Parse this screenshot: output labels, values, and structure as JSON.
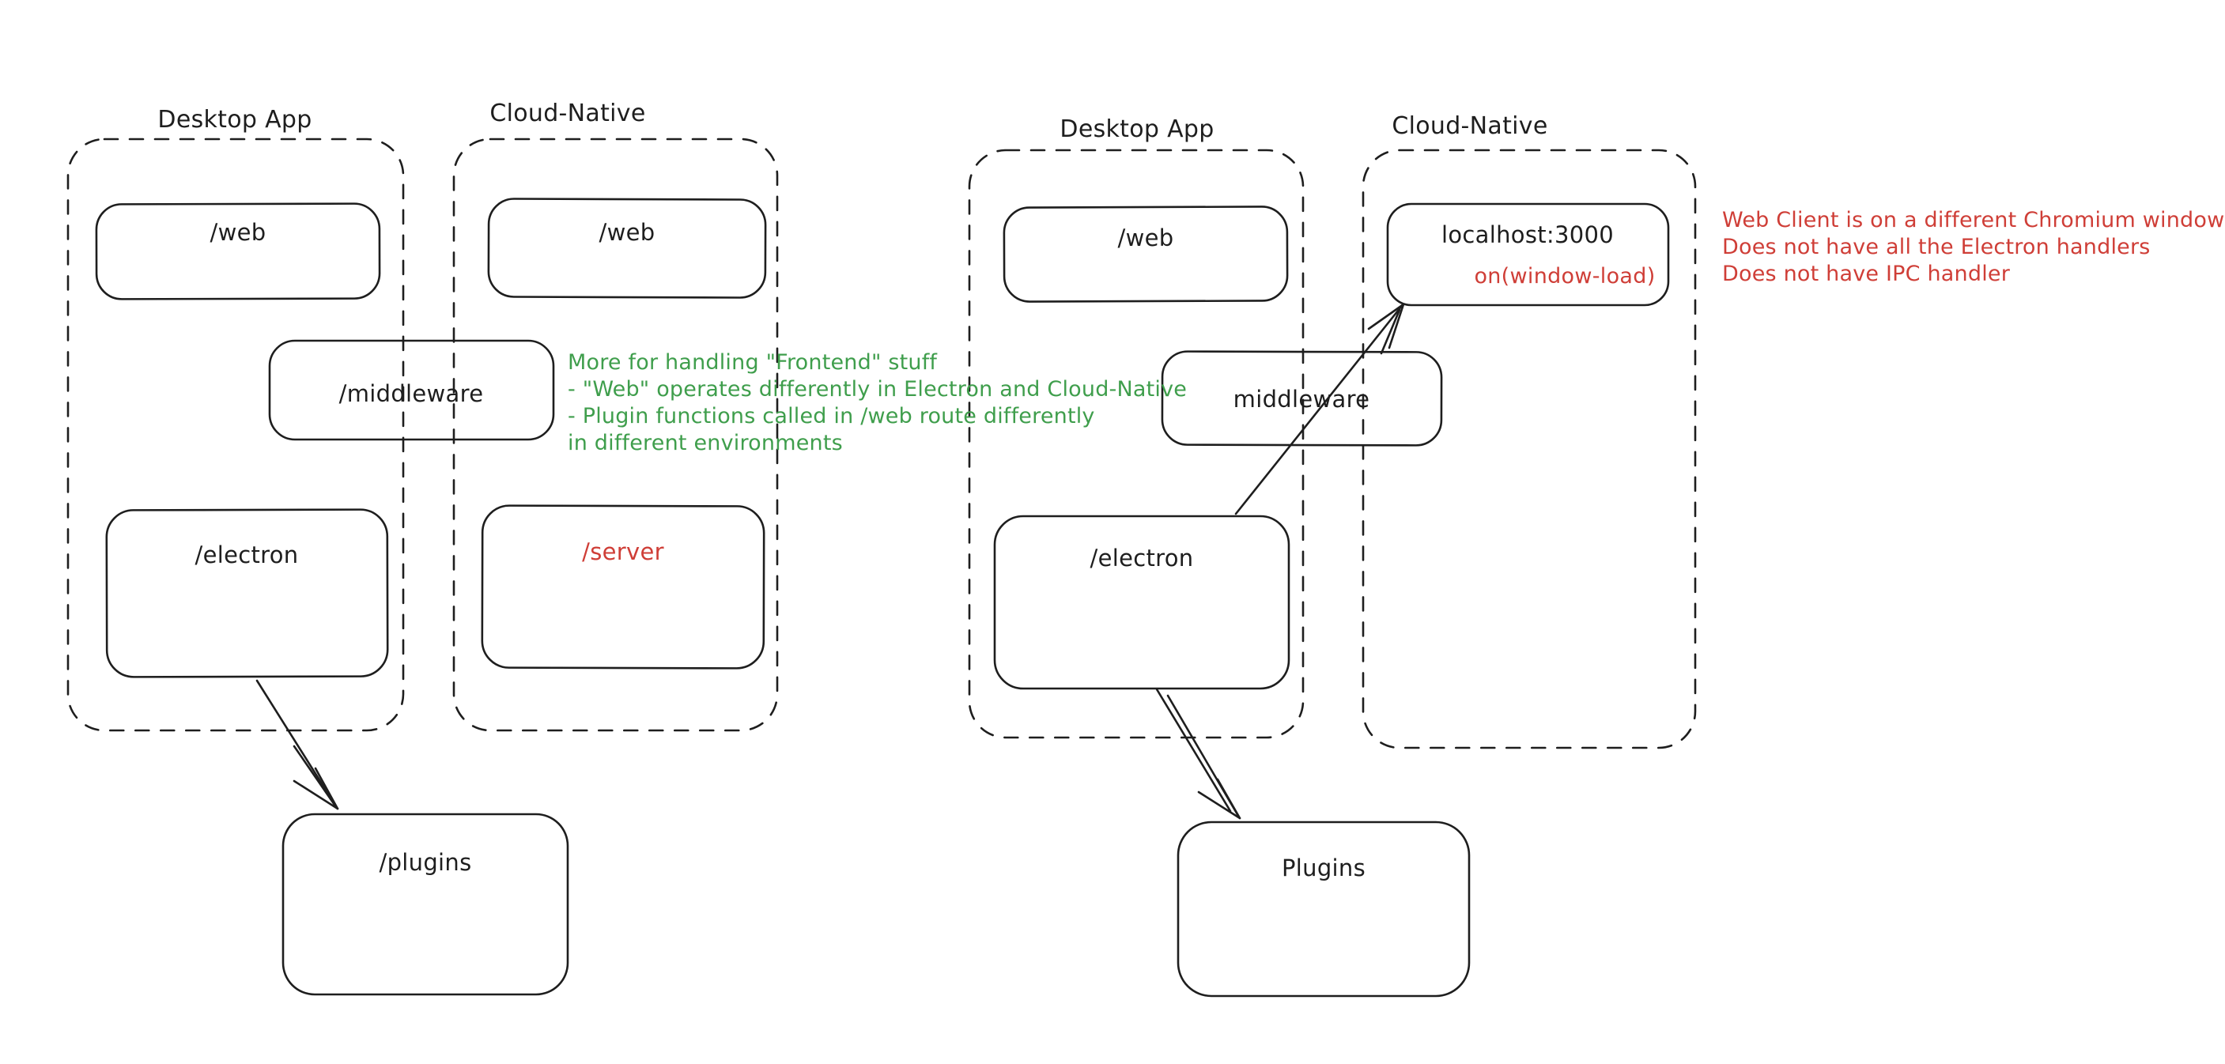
{
  "colors": {
    "stroke": "#1e1e1e",
    "green_note": "#3f9e4c",
    "red_accent": "#cf3e37",
    "background": "#ffffff"
  },
  "diagram_left": {
    "desktop_title": "Desktop App",
    "cloud_title": "Cloud-Native",
    "web_desktop": "/web",
    "web_cloud": "/web",
    "middleware": "/middleware",
    "electron": "/electron",
    "server": "/server",
    "plugins": "/plugins",
    "note_green": {
      "line1": "More for handling \"Frontend\" stuff",
      "line2": "- \"Web\" operates differently in Electron and Cloud-Native",
      "line3": "- Plugin functions called in /web route differently",
      "line4": "in different environments"
    }
  },
  "diagram_right": {
    "desktop_title": "Desktop App",
    "cloud_title": "Cloud-Native",
    "web_desktop": "/web",
    "localhost": "localhost:3000",
    "window_load": "on(window-load)",
    "middleware": "middleware",
    "electron": "/electron",
    "plugins": "Plugins",
    "note_red": {
      "line1": "Web Client is on a different Chromium window",
      "line2": "Does not have all the Electron handlers",
      "line3": "Does not have IPC handler"
    }
  }
}
